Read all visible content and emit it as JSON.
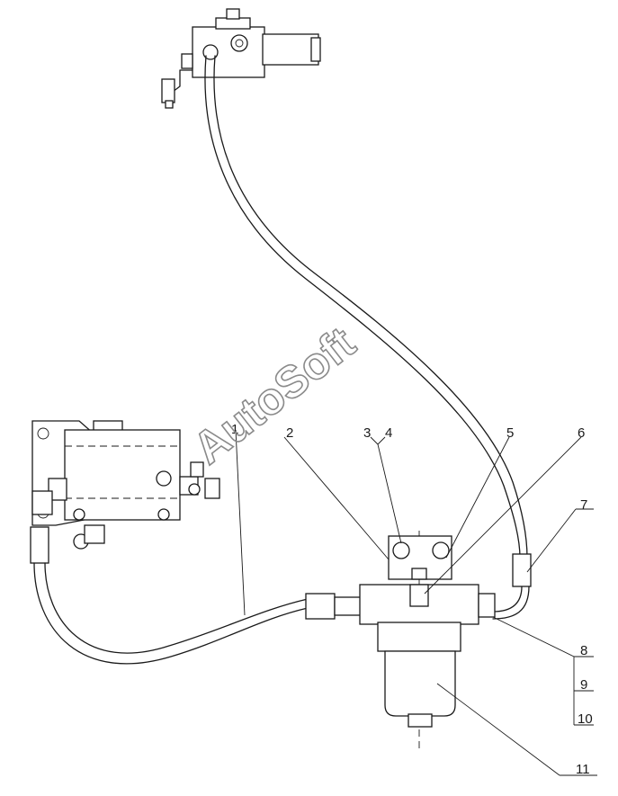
{
  "callouts": [
    {
      "id": "1",
      "text": "1"
    },
    {
      "id": "2",
      "text": "2"
    },
    {
      "id": "3",
      "text": "3"
    },
    {
      "id": "4",
      "text": "4"
    },
    {
      "id": "5",
      "text": "5"
    },
    {
      "id": "6",
      "text": "6"
    },
    {
      "id": "7",
      "text": "7"
    },
    {
      "id": "8",
      "text": "8"
    },
    {
      "id": "9",
      "text": "9"
    },
    {
      "id": "10",
      "text": "10"
    },
    {
      "id": "11",
      "text": "11"
    }
  ],
  "watermark": "AutoSoft",
  "colors": {
    "line": "#1a1a1a",
    "watermark": "#8a8a8a",
    "background": "#ffffff"
  }
}
